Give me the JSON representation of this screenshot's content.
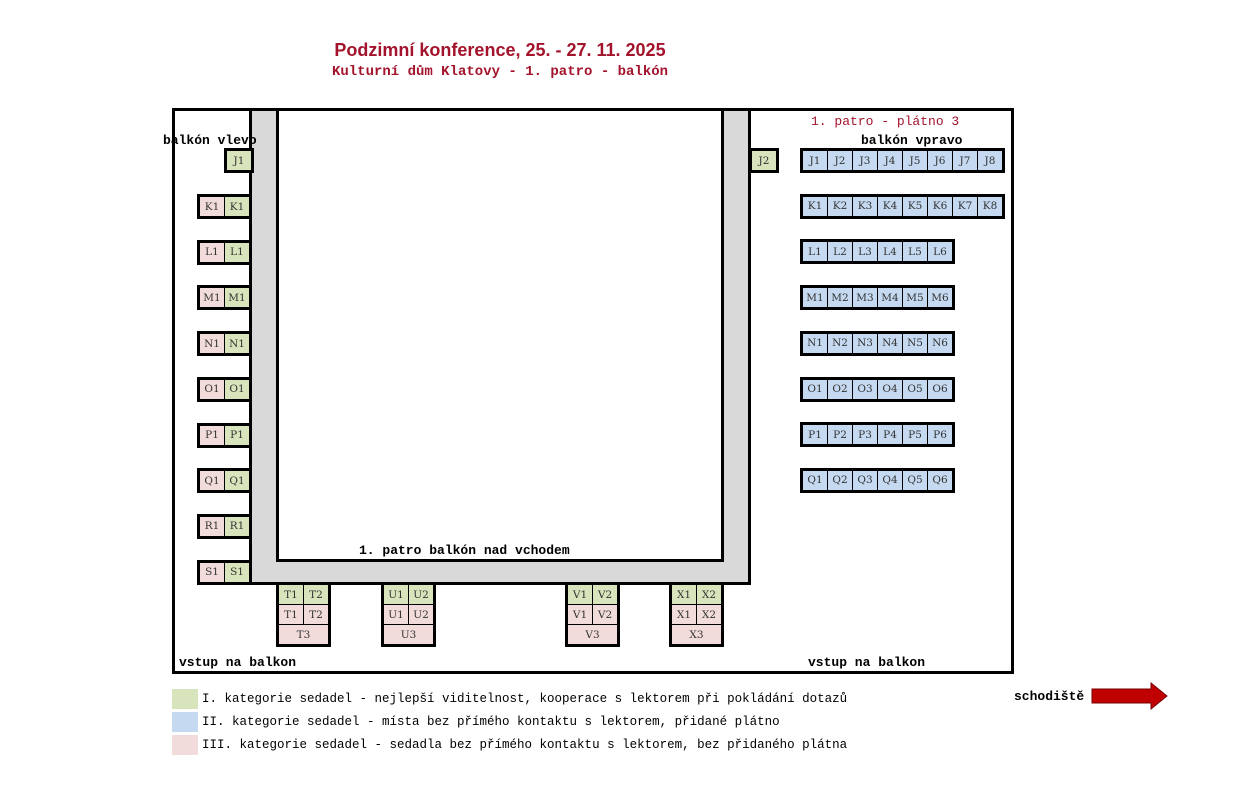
{
  "header": {
    "title": "Podzimní konference, 25. - 27. 11. 2025",
    "subtitle": "Kulturní dům Klatovy - 1. patro - balkón"
  },
  "colors": {
    "category1": "#d8e4bc",
    "category2": "#c5d9f1",
    "category3": "#f2dcdb",
    "accent": "#a3132c",
    "arrow": "#c00000",
    "wall": "#d9d9d9"
  },
  "labels": {
    "balcony_left": "balkón vlevo",
    "balcony_right": "balkón vpravo",
    "screen": "1. patro - plátno 3",
    "above_entrance": "1. patro balkón nad vchodem",
    "entrance_left": "vstup na balkon",
    "entrance_right": "vstup na balkon",
    "stairs": "schodiště"
  },
  "seats": {
    "left_j": {
      "label": "J1",
      "cat": "c1"
    },
    "left_rows": [
      [
        {
          "label": "K1",
          "cat": "c3"
        },
        {
          "label": "K1",
          "cat": "c1"
        }
      ],
      [
        {
          "label": "L1",
          "cat": "c3"
        },
        {
          "label": "L1",
          "cat": "c1"
        }
      ],
      [
        {
          "label": "M1",
          "cat": "c3"
        },
        {
          "label": "M1",
          "cat": "c1"
        }
      ],
      [
        {
          "label": "N1",
          "cat": "c3"
        },
        {
          "label": "N1",
          "cat": "c1"
        }
      ],
      [
        {
          "label": "O1",
          "cat": "c3"
        },
        {
          "label": "O1",
          "cat": "c1"
        }
      ],
      [
        {
          "label": "P1",
          "cat": "c3"
        },
        {
          "label": "P1",
          "cat": "c1"
        }
      ],
      [
        {
          "label": "Q1",
          "cat": "c3"
        },
        {
          "label": "Q1",
          "cat": "c1"
        }
      ],
      [
        {
          "label": "R1",
          "cat": "c3"
        },
        {
          "label": "R1",
          "cat": "c1"
        }
      ],
      [
        {
          "label": "S1",
          "cat": "c3"
        },
        {
          "label": "S1",
          "cat": "c1"
        }
      ]
    ],
    "right_j2": {
      "label": "J2",
      "cat": "c1"
    },
    "right_rows": [
      [
        "J1",
        "J2",
        "J3",
        "J4",
        "J5",
        "J6",
        "J7",
        "J8"
      ],
      [
        "K1",
        "K2",
        "K3",
        "K4",
        "K5",
        "K6",
        "K7",
        "K8"
      ],
      [
        "L1",
        "L2",
        "L3",
        "L4",
        "L5",
        "L6"
      ],
      [
        "M1",
        "M2",
        "M3",
        "M4",
        "M5",
        "M6"
      ],
      [
        "N1",
        "N2",
        "N3",
        "N4",
        "N5",
        "N6"
      ],
      [
        "O1",
        "O2",
        "O3",
        "O4",
        "O5",
        "O6"
      ],
      [
        "P1",
        "P2",
        "P3",
        "P4",
        "P5",
        "P6"
      ],
      [
        "Q1",
        "Q2",
        "Q3",
        "Q4",
        "Q5",
        "Q6"
      ]
    ],
    "bottom_groups": [
      {
        "top": [
          "T1",
          "T2"
        ],
        "top_cat": "c1",
        "mid": [
          "T1",
          "T2"
        ],
        "mid_cat": "c3",
        "bottom": "T3"
      },
      {
        "top": [
          "U1",
          "U2"
        ],
        "top_cat": "c1",
        "mid": [
          "U1",
          "U2"
        ],
        "mid_cat": "c3",
        "bottom": "U3"
      },
      {
        "top": [
          "V1",
          "V2"
        ],
        "top_cat": "c1",
        "mid": [
          "V1",
          "V2"
        ],
        "mid_cat": "c3",
        "bottom": "V3"
      },
      {
        "top": [
          "X1",
          "X2"
        ],
        "top_cat": "c1",
        "mid": [
          "X1",
          "X2"
        ],
        "mid_cat": "c3",
        "bottom": "X3"
      }
    ]
  },
  "legend": [
    {
      "cat": "c1",
      "text": "I. kategorie sedadel - nejlepší viditelnost, kooperace s lektorem při pokládání dotazů"
    },
    {
      "cat": "c2",
      "text": "II. kategorie sedadel - místa bez přímého kontaktu s lektorem, přidané plátno"
    },
    {
      "cat": "c3",
      "text": "III. kategorie sedadel - sedadla bez přímého kontaktu s lektorem, bez přidaného plátna"
    }
  ]
}
